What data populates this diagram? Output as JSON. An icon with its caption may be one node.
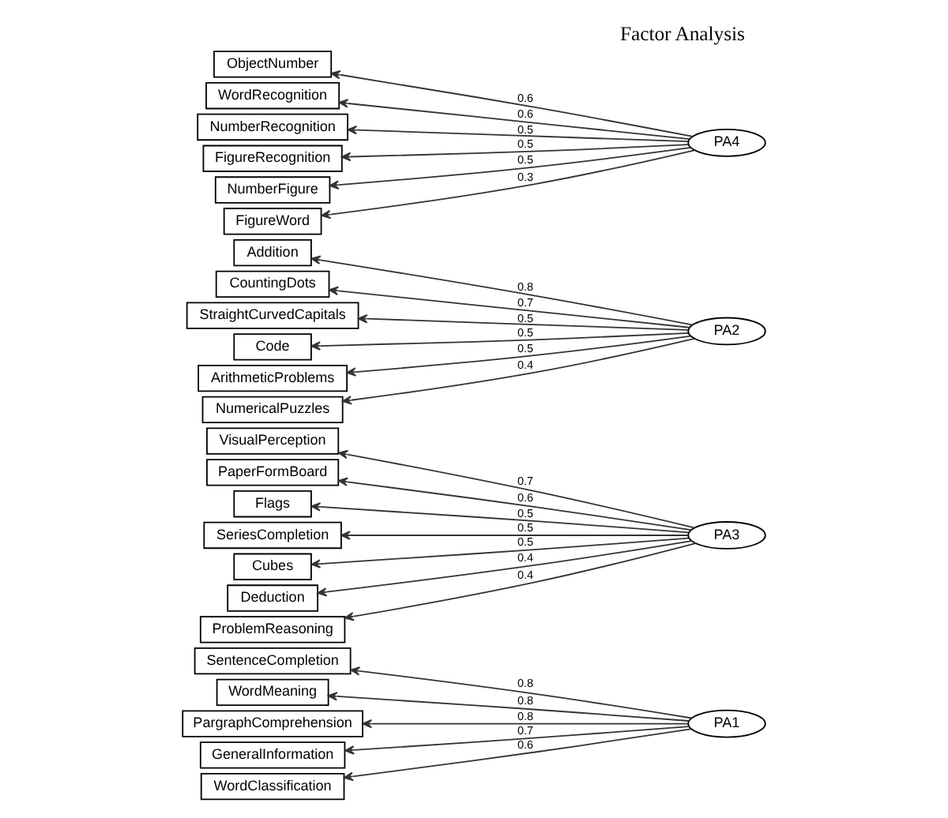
{
  "diagram": {
    "title": "Factor Analysis",
    "nodes": [
      {
        "text": [
          "SentenceCompletion"
        ]
      },
      {
        "text": [
          "WordMeaning"
        ]
      },
      {
        "text": [
          "PargraphComprehension"
        ]
      },
      {
        "text": [
          "GeneralInformation"
        ]
      },
      {
        "text": [
          "WordClassification"
        ]
      },
      {
        "text": [
          "VisualPerception"
        ]
      },
      {
        "text": [
          "PaperFormBoard"
        ]
      },
      {
        "text": [
          "Flags"
        ]
      },
      {
        "text": [
          "SeriesCompletion"
        ]
      },
      {
        "text": [
          "Cubes"
        ]
      },
      {
        "text": [
          "Deduction"
        ]
      },
      {
        "text": [
          "ProblemReasoning"
        ]
      },
      {
        "text": [
          "Addition"
        ]
      },
      {
        "text": [
          "CountingDots"
        ]
      },
      {
        "text": [
          "StraightCurvedCapitals"
        ]
      },
      {
        "text": [
          "Code"
        ]
      },
      {
        "text": [
          "ArithmeticProblems"
        ]
      },
      {
        "text": [
          "NumericalPuzzles"
        ]
      },
      {
        "text": [
          "ObjectNumber"
        ]
      },
      {
        "text": [
          "WordRecognition"
        ]
      },
      {
        "text": [
          "NumberRecognition"
        ]
      },
      {
        "text": [
          "FigureRecognition"
        ]
      },
      {
        "text": [
          "NumberFigure"
        ]
      },
      {
        "text": [
          "FigureWord"
        ]
      },
      {
        "text": [
          "PA1"
        ]
      },
      {
        "text": [
          "PA3"
        ]
      },
      {
        "text": [
          "PA2"
        ]
      },
      {
        "text": [
          "PA4"
        ]
      }
    ],
    "edges": [
      {
        "from": 24,
        "to": 0,
        "arrow": "to",
        "label": "0.8"
      },
      {
        "from": 24,
        "to": 1,
        "arrow": "to",
        "label": "0.8"
      },
      {
        "from": 24,
        "to": 2,
        "arrow": "to",
        "label": "0.8"
      },
      {
        "from": 24,
        "to": 3,
        "arrow": "to",
        "label": "0.7"
      },
      {
        "from": 24,
        "to": 4,
        "arrow": "to",
        "label": "0.6"
      },
      {
        "from": 25,
        "to": 5,
        "arrow": "to",
        "label": "0.7"
      },
      {
        "from": 25,
        "to": 6,
        "arrow": "to",
        "label": "0.6"
      },
      {
        "from": 25,
        "to": 7,
        "arrow": "to",
        "label": "0.5"
      },
      {
        "from": 25,
        "to": 8,
        "arrow": "to",
        "label": "0.5"
      },
      {
        "from": 25,
        "to": 9,
        "arrow": "to",
        "label": "0.5"
      },
      {
        "from": 25,
        "to": 10,
        "arrow": "to",
        "label": "0.4"
      },
      {
        "from": 25,
        "to": 11,
        "arrow": "to",
        "label": "0.4"
      },
      {
        "from": 26,
        "to": 12,
        "arrow": "to",
        "label": "0.8"
      },
      {
        "from": 26,
        "to": 13,
        "arrow": "to",
        "label": "0.7"
      },
      {
        "from": 26,
        "to": 14,
        "arrow": "to",
        "label": "0.5"
      },
      {
        "from": 26,
        "to": 15,
        "arrow": "to",
        "label": "0.5"
      },
      {
        "from": 26,
        "to": 16,
        "arrow": "to",
        "label": "0.5"
      },
      {
        "from": 26,
        "to": 17,
        "arrow": "to",
        "label": "0.4"
      },
      {
        "from": 27,
        "to": 18,
        "arrow": "to",
        "label": "0.6"
      },
      {
        "from": 27,
        "to": 19,
        "arrow": "to",
        "label": "0.6"
      },
      {
        "from": 27,
        "to": 20,
        "arrow": "to",
        "label": "0.5"
      },
      {
        "from": 27,
        "to": 21,
        "arrow": "to",
        "label": "0.5"
      },
      {
        "from": 27,
        "to": 22,
        "arrow": "to",
        "label": "0.5"
      },
      {
        "from": 27,
        "to": 23,
        "arrow": "to",
        "label": "0.3"
      }
    ]
  }
}
